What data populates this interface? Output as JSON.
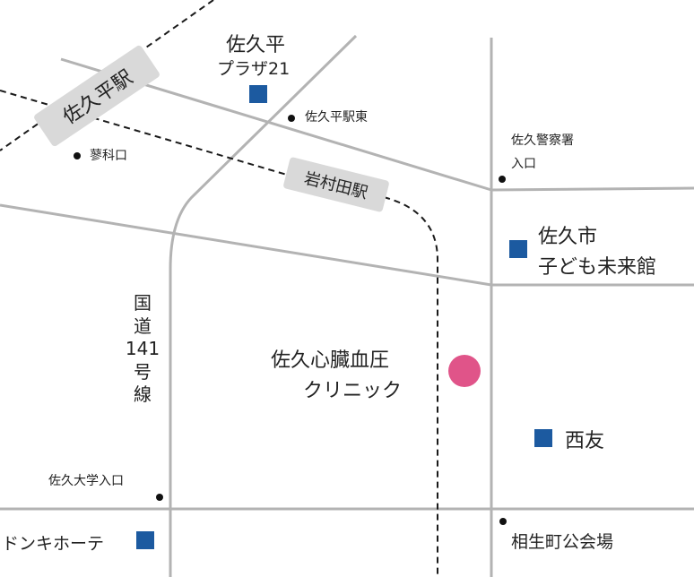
{
  "colors": {
    "road": "#b3b3b3",
    "rail": "#1a1a1a",
    "station_badge": "#d9d9d9",
    "facility": "#1c5aa0",
    "clinic": "#e05489"
  },
  "stations": {
    "sakudaira": "佐久平駅",
    "iwamurada": "岩村田駅"
  },
  "landmarks": {
    "plaza_line1": "佐久平",
    "plaza_line2": "プラザ21",
    "sakudaira_east": "佐久平駅東",
    "tateshina": "蓼科口",
    "police_line1": "佐久警察署",
    "police_line2": "入口",
    "kids_line1": "佐久市",
    "kids_line2": "子ども未来館",
    "nishitomo": "西友",
    "saku_univ": "佐久大学入口",
    "donki": "ドンキホーテ",
    "aioi": "相生町公会場"
  },
  "route": {
    "line1": "国",
    "line2": "道",
    "line3": "141",
    "line4": "号",
    "line5": "線"
  },
  "clinic": {
    "line1": "佐久心臓血圧",
    "line2": "クリニック"
  },
  "icons": {
    "facility": "blue-square-icon",
    "point": "black-dot-icon",
    "clinic": "pink-circle-icon"
  }
}
